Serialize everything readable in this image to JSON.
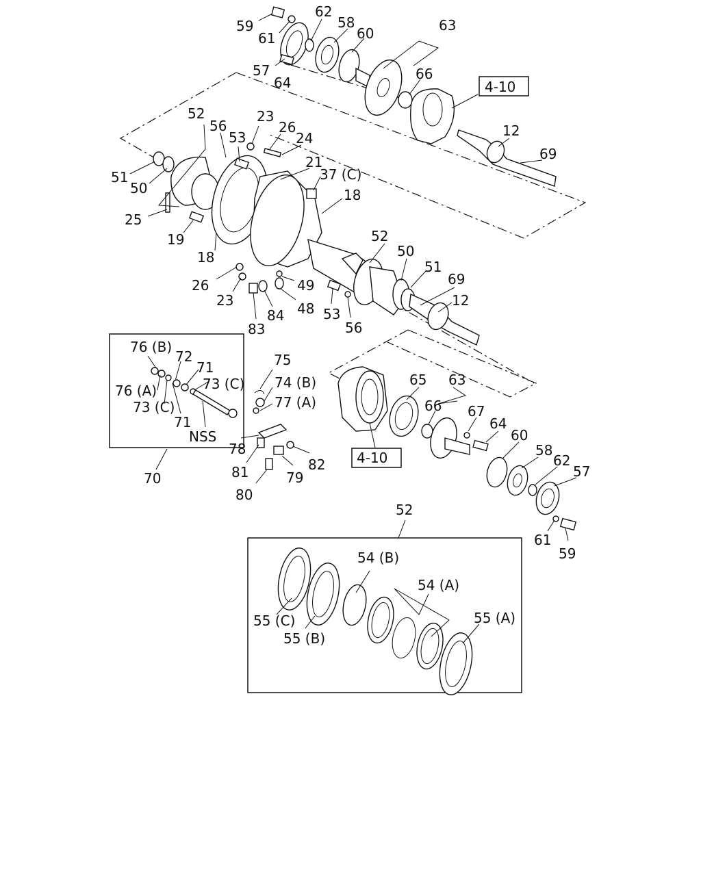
{
  "callouts": [
    {
      "id": "c1",
      "text": "59"
    },
    {
      "id": "c2",
      "text": "61"
    },
    {
      "id": "c3",
      "text": "62"
    },
    {
      "id": "c4",
      "text": "58"
    },
    {
      "id": "c5",
      "text": "60"
    },
    {
      "id": "c6",
      "text": "63"
    },
    {
      "id": "c7",
      "text": "57"
    },
    {
      "id": "c8",
      "text": "64"
    },
    {
      "id": "c9",
      "text": "66"
    },
    {
      "id": "c10",
      "text": "4-10"
    },
    {
      "id": "c11",
      "text": "52"
    },
    {
      "id": "c12",
      "text": "56"
    },
    {
      "id": "c13",
      "text": "23"
    },
    {
      "id": "c14",
      "text": "26"
    },
    {
      "id": "c15",
      "text": "24"
    },
    {
      "id": "c16",
      "text": "53"
    },
    {
      "id": "c17",
      "text": "12"
    },
    {
      "id": "c18",
      "text": "69"
    },
    {
      "id": "c19",
      "text": "21"
    },
    {
      "id": "c20",
      "text": "37 (C)"
    },
    {
      "id": "c21",
      "text": "51"
    },
    {
      "id": "c22",
      "text": "50"
    },
    {
      "id": "c23",
      "text": "18"
    },
    {
      "id": "c24",
      "text": "25"
    },
    {
      "id": "c25",
      "text": "19"
    },
    {
      "id": "c26",
      "text": "18"
    },
    {
      "id": "c27",
      "text": "52"
    },
    {
      "id": "c28",
      "text": "50"
    },
    {
      "id": "c29",
      "text": "51"
    },
    {
      "id": "c30",
      "text": "69"
    },
    {
      "id": "c31",
      "text": "26"
    },
    {
      "id": "c32",
      "text": "23"
    },
    {
      "id": "c33",
      "text": "49"
    },
    {
      "id": "c34",
      "text": "12"
    },
    {
      "id": "c35",
      "text": "83"
    },
    {
      "id": "c36",
      "text": "84"
    },
    {
      "id": "c37",
      "text": "48"
    },
    {
      "id": "c38",
      "text": "53"
    },
    {
      "id": "c39",
      "text": "56"
    },
    {
      "id": "c40",
      "text": "76 (B)"
    },
    {
      "id": "c41",
      "text": "72"
    },
    {
      "id": "c42",
      "text": "71"
    },
    {
      "id": "c43",
      "text": "73 (C)"
    },
    {
      "id": "c44",
      "text": "76 (A)"
    },
    {
      "id": "c45",
      "text": "73 (C)"
    },
    {
      "id": "c46",
      "text": "71"
    },
    {
      "id": "c47",
      "text": "NSS"
    },
    {
      "id": "c48",
      "text": "75"
    },
    {
      "id": "c49",
      "text": "74 (B)"
    },
    {
      "id": "c50",
      "text": "77 (A)"
    },
    {
      "id": "c51",
      "text": "65"
    },
    {
      "id": "c52",
      "text": "63"
    },
    {
      "id": "c53",
      "text": "66"
    },
    {
      "id": "c54",
      "text": "67"
    },
    {
      "id": "c55",
      "text": "64"
    },
    {
      "id": "c56",
      "text": "60"
    },
    {
      "id": "c57",
      "text": "58"
    },
    {
      "id": "c58",
      "text": "62"
    },
    {
      "id": "c59",
      "text": "57"
    },
    {
      "id": "c60",
      "text": "78"
    },
    {
      "id": "c61",
      "text": "82"
    },
    {
      "id": "c62",
      "text": "81"
    },
    {
      "id": "c63",
      "text": "79"
    },
    {
      "id": "c64",
      "text": "80"
    },
    {
      "id": "c65",
      "text": "4-10"
    },
    {
      "id": "c66",
      "text": "70"
    },
    {
      "id": "c67",
      "text": "61"
    },
    {
      "id": "c68",
      "text": "59"
    },
    {
      "id": "c69",
      "text": "52"
    },
    {
      "id": "c70",
      "text": "54 (B)"
    },
    {
      "id": "c71",
      "text": "54 (A)"
    },
    {
      "id": "c72",
      "text": "55 (C)"
    },
    {
      "id": "c73",
      "text": "55 (A)"
    },
    {
      "id": "c74",
      "text": "55 (B)"
    }
  ]
}
